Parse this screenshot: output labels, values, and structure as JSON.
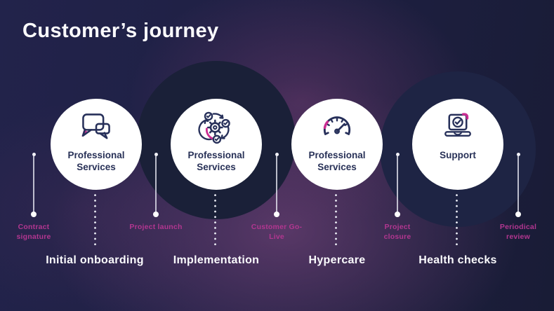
{
  "title": "Customer’s journey",
  "colors": {
    "background_navy": "#1f2044",
    "background_purple_glow": "#84497f",
    "dark_circle": "#1a2038",
    "accent_pink": "#cb2d92",
    "milestone_text_pink": "#b23690",
    "circle_fill": "#ffffff",
    "circle_text_navy": "#283157",
    "phase_text": "#fafafd"
  },
  "steps": [
    {
      "icon": "chat-bubbles",
      "circle_label": "Professional Services",
      "phase_label": "Initial onboarding"
    },
    {
      "icon": "process-sync",
      "circle_label": "Professional Services",
      "phase_label": "Implementation"
    },
    {
      "icon": "gauge",
      "circle_label": "Professional Services",
      "phase_label": "Hypercare"
    },
    {
      "icon": "laptop-check",
      "circle_label": "Support",
      "phase_label": "Health checks"
    }
  ],
  "milestones": [
    {
      "label": "Contract signature"
    },
    {
      "label": "Project launch"
    },
    {
      "label": "Customer Go-Live"
    },
    {
      "label": "Project closure"
    },
    {
      "label": "Periodical review"
    }
  ]
}
